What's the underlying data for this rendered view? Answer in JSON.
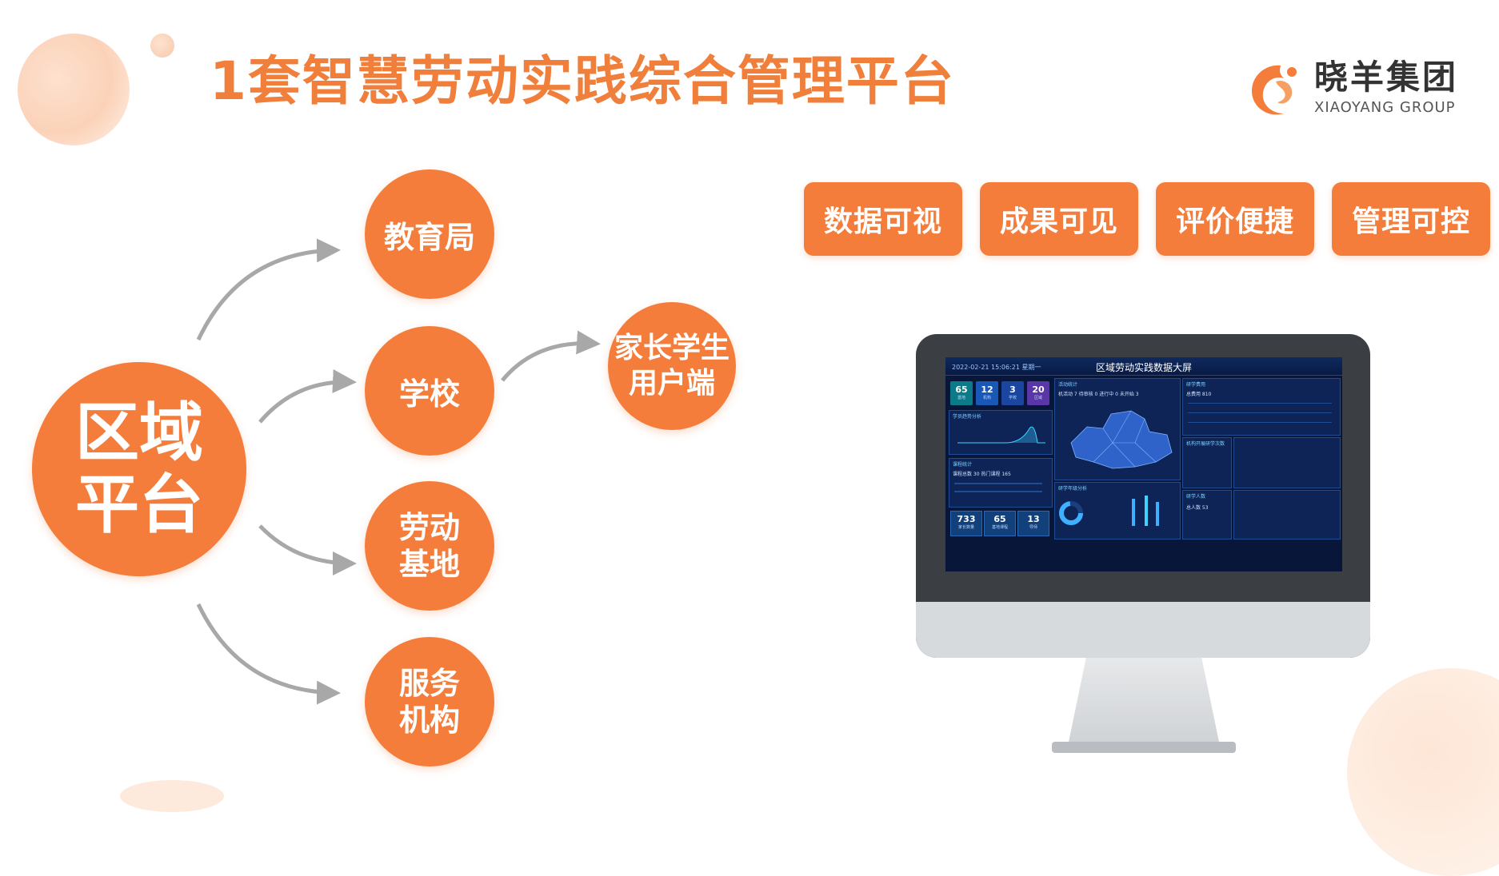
{
  "title": "1套智慧劳动实践综合管理平台",
  "logo": {
    "name": "晓羊集团",
    "english": "XIAOYANG GROUP"
  },
  "colors": {
    "accent": "#f47d3c",
    "arrow": "#a8a8a8",
    "title": "#f07f3c"
  },
  "diagram": {
    "center": {
      "line1": "区域",
      "line2": "平台"
    },
    "branches": [
      {
        "line1": "教育局",
        "line2": ""
      },
      {
        "line1": "学校",
        "line2": ""
      },
      {
        "line1": "劳动",
        "line2": "基地"
      },
      {
        "line1": "服务",
        "line2": "机构"
      }
    ],
    "end_node": {
      "line1": "家长学生",
      "line2": "用户端"
    }
  },
  "features": [
    "数据可视",
    "成果可见",
    "评价便捷",
    "管理可控"
  ],
  "monitor_screen": {
    "datetime": "2022-02-21 15:06:21 星期一",
    "title": "区域劳动实践数据大屏",
    "stats": [
      {
        "value": "65",
        "label": "基地"
      },
      {
        "value": "12",
        "label": "机构"
      },
      {
        "value": "3",
        "label": "学校"
      },
      {
        "value": "20",
        "label": "区域"
      }
    ],
    "panels": {
      "activity": "活动统计",
      "trend": "学员趋势分析",
      "course": "课程统计",
      "grade": "研学年级分析",
      "expense": "研学费用",
      "base_ranking": "机构开展研学次数",
      "people": "研学人数"
    },
    "activity_row": "机活动 7 待审核 0 进行中 0 未开始 3",
    "expense_total": "总费用 810",
    "course_row": "课程总数 30 热门课程 165",
    "people_total": "总人数 53",
    "bottom_stats": [
      {
        "value": "733",
        "label": "家长数量"
      },
      {
        "value": "65",
        "label": "基地课程"
      },
      {
        "value": "13",
        "label": "导师"
      }
    ]
  }
}
